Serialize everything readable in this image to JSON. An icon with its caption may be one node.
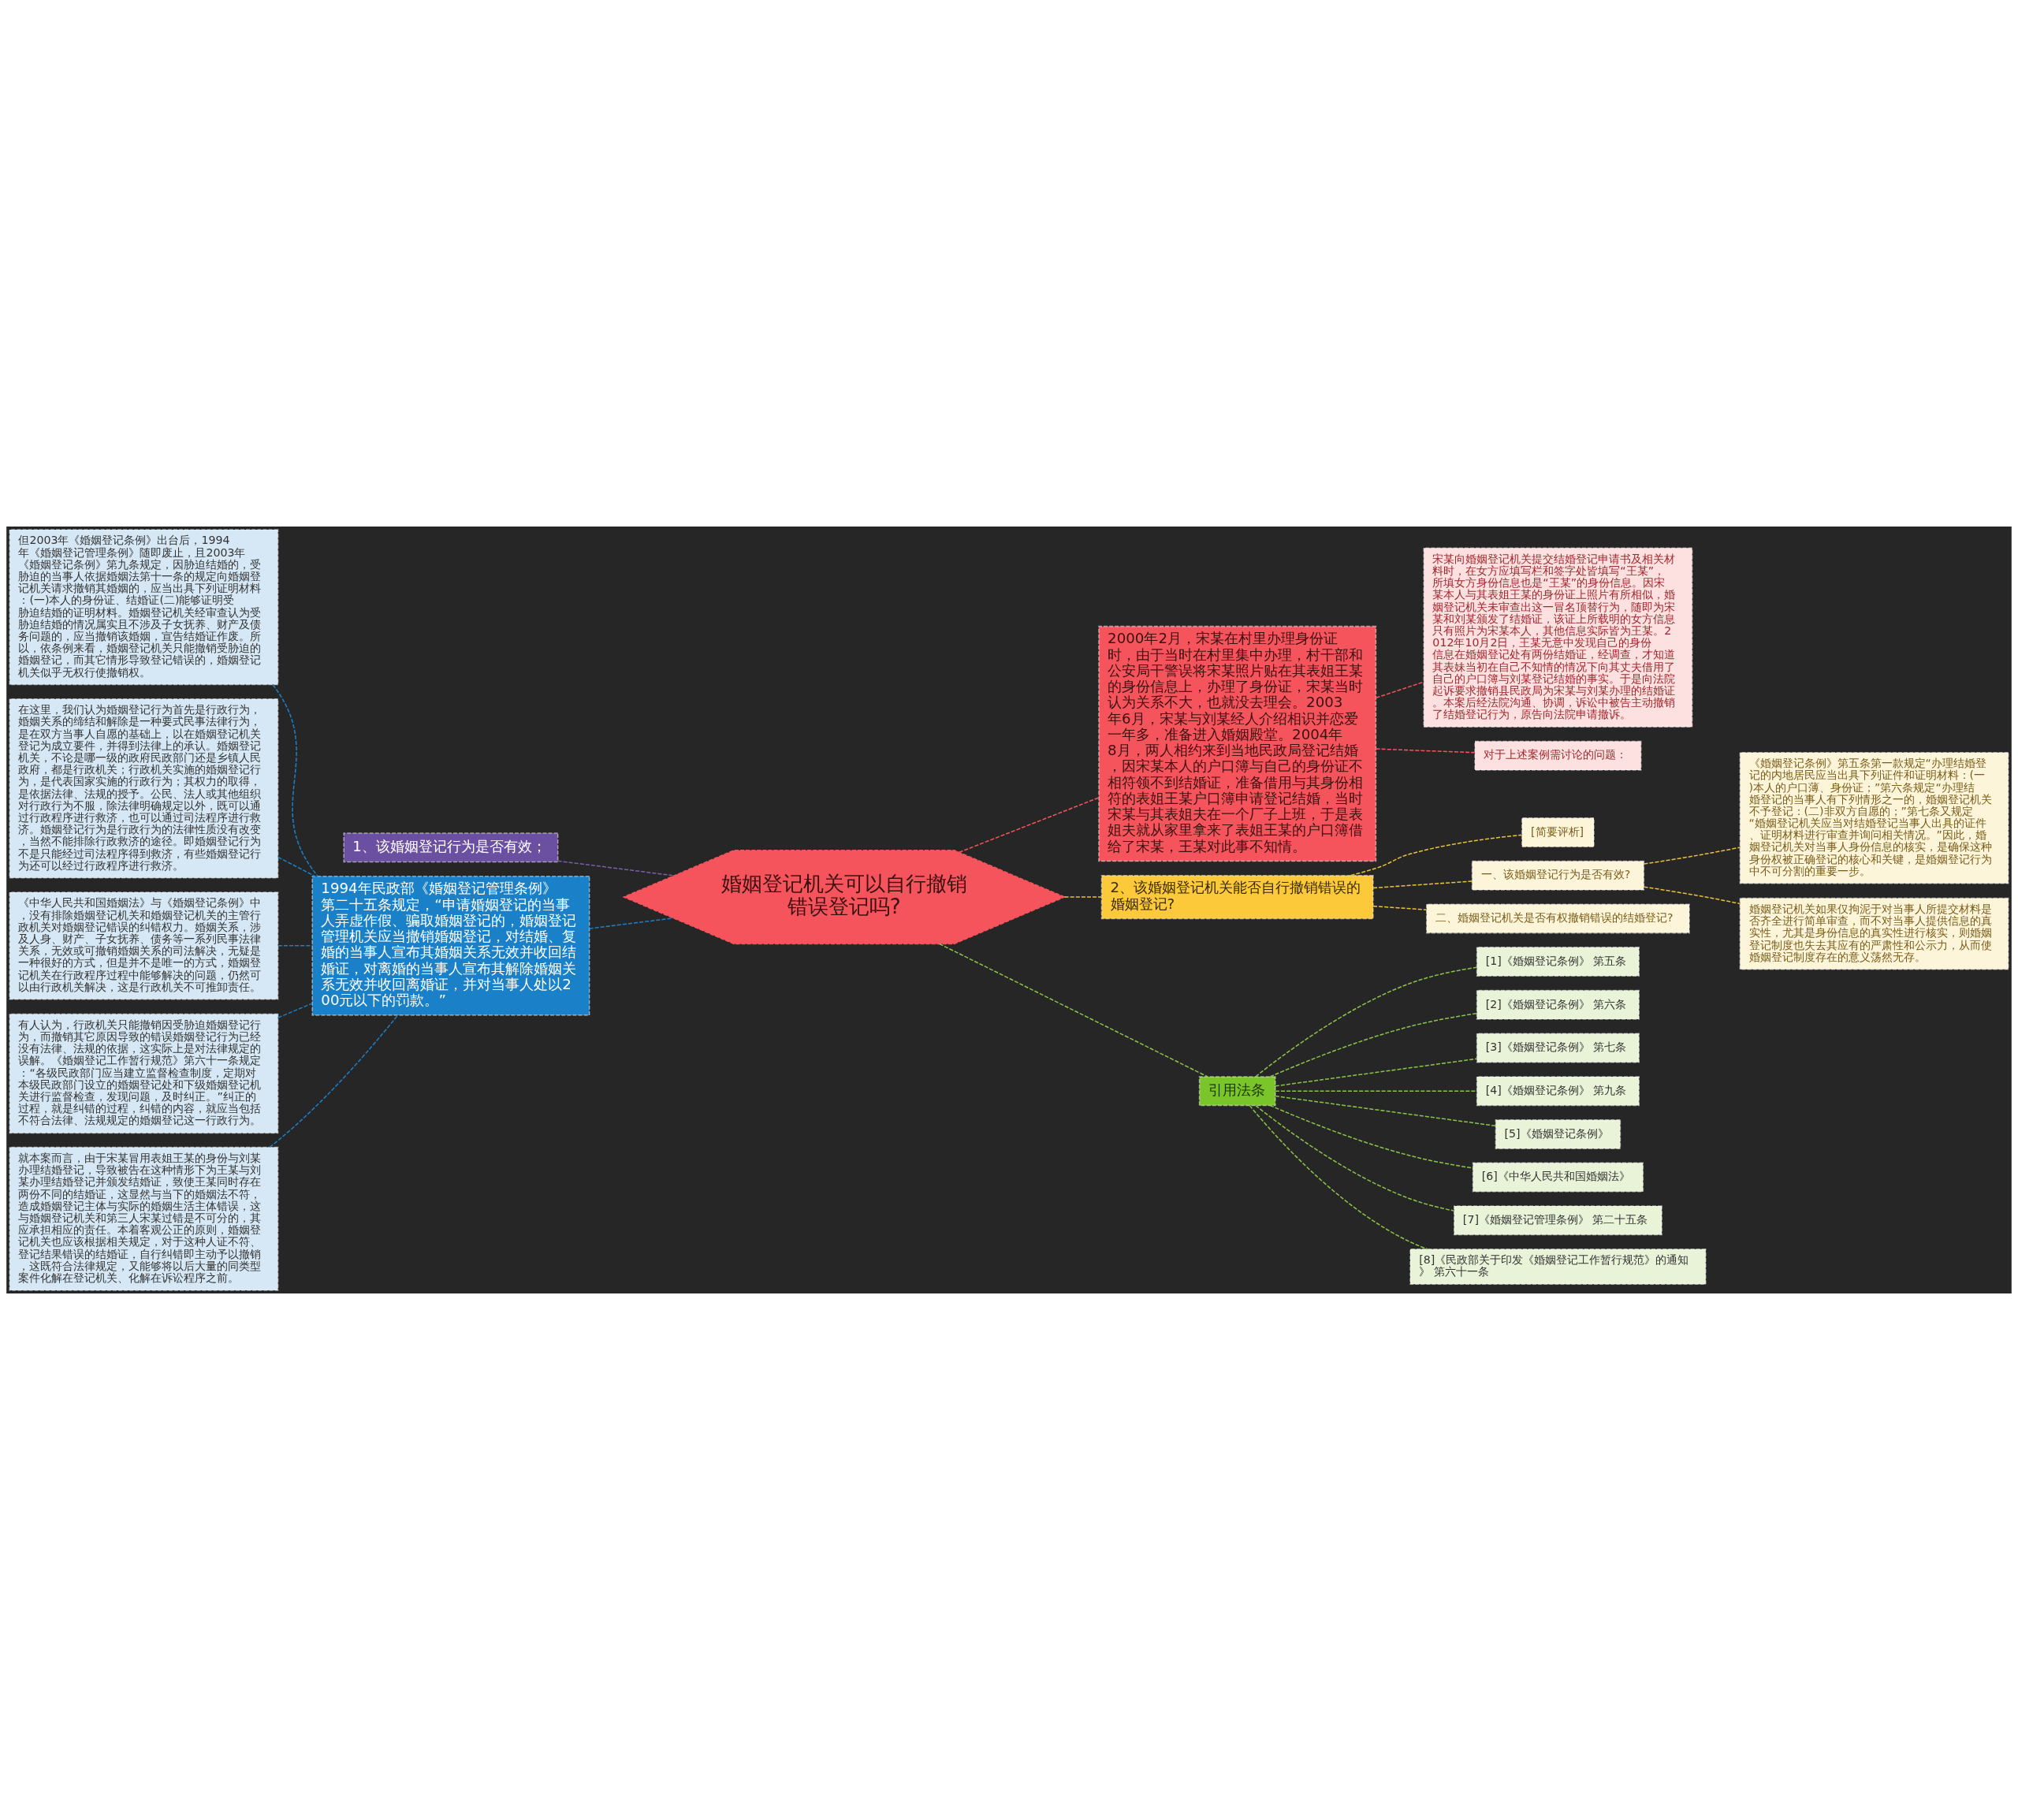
{
  "diagram": {
    "nodes": [
      {
        "text": [
          "婚姻登记机关可以自行撤销错误登记吗?"
        ]
      },
      {
        "text": [
          "1、该婚姻登记行为是否有效；"
        ]
      },
      {
        "text": [
          "1994年民政部《婚姻登记管理条例》第二十五条规定，“申请婚姻登记的当事人弄虚作假、骗取婚姻登记的，婚姻登记管理机关应当撤销婚姻登记，对结婚、复婚的当事人宣布其婚姻关系无效并收回结婚证，对离婚的当事人宣布其解除婚姻关系无效并收回离婚证，并对当事人处以200元以下的罚款。”"
        ]
      },
      {
        "text": [
          "但2003年《婚姻登记条例》出台后，1994年《婚姻登记管理条例》随即废止，且2003年《婚姻登记条例》第九条规定，因胁迫结婚的，受胁迫的当事人依据婚姻法第十一条的规定向婚姻登记机关请求撤销其婚姻的，应当出具下列证明材料：(一)本人的身份证、结婚证(二)能够证明受胁迫结婚的证明材料。婚姻登记机关经审查认为受胁迫结婚的情况属实且不涉及子女抚养、财产及债务问题的，应当撤销该婚姻，宣告结婚证作废。所以，依条例来看，婚姻登记机关只能撤销受胁迫的婚姻登记，而其它情形导致登记错误的，婚姻登记机关似乎无权行使撤销权。"
        ]
      },
      {
        "text": [
          "在这里，我们认为婚姻登记行为首先是行政行为，婚姻关系的缔结和解除是一种要式民事法律行为，是在双方当事人自愿的基础上，以在婚姻登记机关登记为成立要件，并得到法律上的承认。婚姻登记机关，不论是哪一级的政府民政部门还是乡镇人民政府，都是行政机关；行政机关实施的婚姻登记行为，是代表国家实施的行政行为；其权力的取得，是依据法律、法规的授予。公民、法人或其他组织对行政行为不服，除法律明确规定以外，既可以通过行政程序进行救济，也可以通过司法程序进行救济。婚姻登记行为是行政行为的法律性质没有改变，当然不能排除行政救济的途径。即婚姻登记行为不是只能经过司法程序得到救济，有些婚姻登记行为还可以经过行政程序进行救济。"
        ]
      },
      {
        "text": [
          "《中华人民共和国婚姻法》与《婚姻登记条例》中，没有排除婚姻登记机关和婚姻登记机关的主管行政机关对婚姻登记错误的纠错权力。婚姻关系，涉及人身、财产、子女抚养、债务等一系列民事法律关系，无效或可撤销婚姻关系的司法解决，无疑是一种很好的方式，但是并不是唯一的方式，婚姻登记机关在行政程序过程中能够解决的问题，仍然可以由行政机关解决，这是行政机关不可推卸责任。"
        ]
      },
      {
        "text": [
          "有人认为，行政机关只能撤销因受胁迫婚姻登记行为，而撤销其它原因导致的错误婚姻登记行为已经没有法律、法规的依据，这实际上是对法律规定的误解。《婚姻登记工作暂行规范》第六十一条规定：“各级民政部门应当建立监督检查制度，定期对本级民政部门设立的婚姻登记处和下级婚姻登记机关进行监督检查，发现问题，及时纠正。”纠正的过程，就是纠错的过程，纠错的内容，就应当包括不符合法律、法规规定的婚姻登记这一行政行为。"
        ]
      },
      {
        "text": [
          "就本案而言，由于宋某冒用表姐王某的身份与刘某办理结婚登记，导致被告在这种情形下为王某与刘某办理结婚登记并颁发结婚证，致使王某同时存在两份不同的结婚证，这显然与当下的婚姻法不符，造成婚姻登记主体与实际的婚姻生活主体错误，这与婚姻登记机关和第三人宋某过错是不可分的，其应承担相应的责任。本着客观公正的原则，婚姻登记机关也应该根据相关规定，对于这种人证不符、登记结果错误的结婚证，自行纠错即主动予以撤销，这既符合法律规定，又能够将以后大量的同类型案件化解在登记机关、化解在诉讼程序之前。"
        ]
      },
      {
        "text": [
          "2000年2月，宋某在村里办理身份证时，由于当时在村里集中办理，村干部和公安局干警误将宋某照片贴在其表姐王某的身份信息上，办理了身份证，宋某当时认为关系不大，也就没去理会。2003年6月，宋某与刘某经人介绍相识并恋爱一年多，准备进入婚姻殿堂。2004年8月，两人相约来到当地民政局登记结婚，因宋某本人的户口簿与自己的身份证不相符领不到结婚证，准备借用与其身份相符的表姐王某户口簿申请登记结婚，当时宋某与其表姐夫在一个厂子上班，于是表姐夫就从家里拿来了表姐王某的户口簿借给了宋某，王某对此事不知情。"
        ]
      },
      {
        "text": [
          "宋某向婚姻登记机关提交结婚登记申请书及相关材料时，在女方应填写栏和签字处皆填写“王某”，所填女方身份信息也是“王某”的身份信息。因宋某本人与其表姐王某的身份证上照片有所相似，婚姻登记机关未审查出这一冒名顶替行为，随即为宋某和刘某颁发了结婚证，该证上所载明的女方信息只有照片为宋某本人，其他信息实际皆为王某。2012年10月2日，王某无意中发现自己的身份信息在婚姻登记处有两份结婚证，经调查，才知道其表妹当初在自己不知情的情况下向其丈夫借用了自己的户口簿与刘某登记结婚的事实。于是向法院起诉要求撤销县民政局为宋某与刘某办理的结婚证。本案后经法院沟通、协调，诉讼中被告主动撤销了结婚登记行为，原告向法院申请撤诉。"
        ]
      },
      {
        "text": [
          "对于上述案例需讨论的问题："
        ]
      },
      {
        "text": [
          "2、该婚姻登记机关能否自行撤销错误的婚姻登记?"
        ]
      },
      {
        "text": [
          "[简要评析]"
        ]
      },
      {
        "text": [
          "一、该婚姻登记行为是否有效?"
        ]
      },
      {
        "text": [
          "《婚姻登记条例》第五条第一款规定“办理结婚登记的内地居民应当出具下列证件和证明材料：(一)本人的户口薄、身份证；”第六条规定“办理结婚登记的当事人有下列情形之一的，婚姻登记机关不予登记：(二)非双方自愿的；”第七条又规定“婚姻登记机关应当对结婚登记当事人出具的证件、证明材料进行审查并询问相关情况。”因此，婚姻登记机关对当事人身份信息的核实，是确保这种身份权被正确登记的核心和关键，是婚姻登记行为中不可分割的重要一步。"
        ]
      },
      {
        "text": [
          "婚姻登记机关如果仅拘泥于对当事人所提交材料是否齐全进行简单审查，而不对当事人提供信息的真实性，尤其是身份信息的真实性进行核实，则婚姻登记制度也失去其应有的严肃性和公示力，从而使婚姻登记制度存在的意义荡然无存。"
        ]
      },
      {
        "text": [
          "二、婚姻登记机关是否有权撤销错误的结婚登记?"
        ]
      },
      {
        "text": [
          "引用法条"
        ]
      },
      {
        "text": [
          "[1]《婚姻登记条例》 第五条"
        ]
      },
      {
        "text": [
          "[2]《婚姻登记条例》 第六条"
        ]
      },
      {
        "text": [
          "[3]《婚姻登记条例》 第七条"
        ]
      },
      {
        "text": [
          "[4]《婚姻登记条例》 第九条"
        ]
      },
      {
        "text": [
          "[5]《婚姻登记条例》"
        ]
      },
      {
        "text": [
          "[6]《中华人民共和国婚姻法》"
        ]
      },
      {
        "text": [
          "[7]《婚姻登记管理条例》 第二十五条"
        ]
      },
      {
        "text": [
          "[8]《民政部关于印发《婚姻登记工作暂行规范》的通知》 第六十一条"
        ]
      }
    ],
    "edges": [
      {
        "from": 0,
        "to": 1,
        "arrow": "none",
        "style": "dashed",
        "color": "#7b5ea7"
      },
      {
        "from": 0,
        "to": 2,
        "arrow": "none",
        "style": "dashed",
        "color": "#1a80c8"
      },
      {
        "from": 2,
        "to": 3,
        "arrow": "none",
        "style": "dashed",
        "color": "#1a80c8"
      },
      {
        "from": 2,
        "to": 4,
        "arrow": "none",
        "style": "dashed",
        "color": "#1a80c8"
      },
      {
        "from": 2,
        "to": 5,
        "arrow": "none",
        "style": "dashed",
        "color": "#1a80c8"
      },
      {
        "from": 2,
        "to": 6,
        "arrow": "none",
        "style": "dashed",
        "color": "#1a80c8"
      },
      {
        "from": 2,
        "to": 7,
        "arrow": "none",
        "style": "dashed",
        "color": "#1a80c8"
      },
      {
        "from": 0,
        "to": 8,
        "arrow": "none",
        "style": "dashed",
        "color": "#f5545c"
      },
      {
        "from": 8,
        "to": 9,
        "arrow": "none",
        "style": "dashed",
        "color": "#f5545c"
      },
      {
        "from": 8,
        "to": 10,
        "arrow": "none",
        "style": "dashed",
        "color": "#f5545c"
      },
      {
        "from": 0,
        "to": 11,
        "arrow": "none",
        "style": "dashed",
        "color": "#e8c13a"
      },
      {
        "from": 11,
        "to": 12,
        "arrow": "none",
        "style": "dashed",
        "color": "#e8c13a"
      },
      {
        "from": 11,
        "to": 13,
        "arrow": "none",
        "style": "dashed",
        "color": "#e8c13a"
      },
      {
        "from": 13,
        "to": 14,
        "arrow": "none",
        "style": "dashed",
        "color": "#e8c13a"
      },
      {
        "from": 13,
        "to": 15,
        "arrow": "none",
        "style": "dashed",
        "color": "#e8c13a"
      },
      {
        "from": 11,
        "to": 16,
        "arrow": "none",
        "style": "dashed",
        "color": "#e8c13a"
      },
      {
        "from": 0,
        "to": 17,
        "arrow": "none",
        "style": "dashed",
        "color": "#8bc34a"
      },
      {
        "from": 17,
        "to": 18,
        "arrow": "none",
        "style": "dashed",
        "color": "#8bc34a"
      },
      {
        "from": 17,
        "to": 19,
        "arrow": "none",
        "style": "dashed",
        "color": "#8bc34a"
      },
      {
        "from": 17,
        "to": 20,
        "arrow": "none",
        "style": "dashed",
        "color": "#8bc34a"
      },
      {
        "from": 17,
        "to": 21,
        "arrow": "none",
        "style": "dashed",
        "color": "#8bc34a"
      },
      {
        "from": 17,
        "to": 22,
        "arrow": "none",
        "style": "dashed",
        "color": "#8bc34a"
      },
      {
        "from": 17,
        "to": 23,
        "arrow": "none",
        "style": "dashed",
        "color": "#8bc34a"
      },
      {
        "from": 17,
        "to": 24,
        "arrow": "none",
        "style": "dashed",
        "color": "#8bc34a"
      },
      {
        "from": 17,
        "to": 25,
        "arrow": "none",
        "style": "dashed",
        "color": "#8bc34a"
      }
    ]
  }
}
